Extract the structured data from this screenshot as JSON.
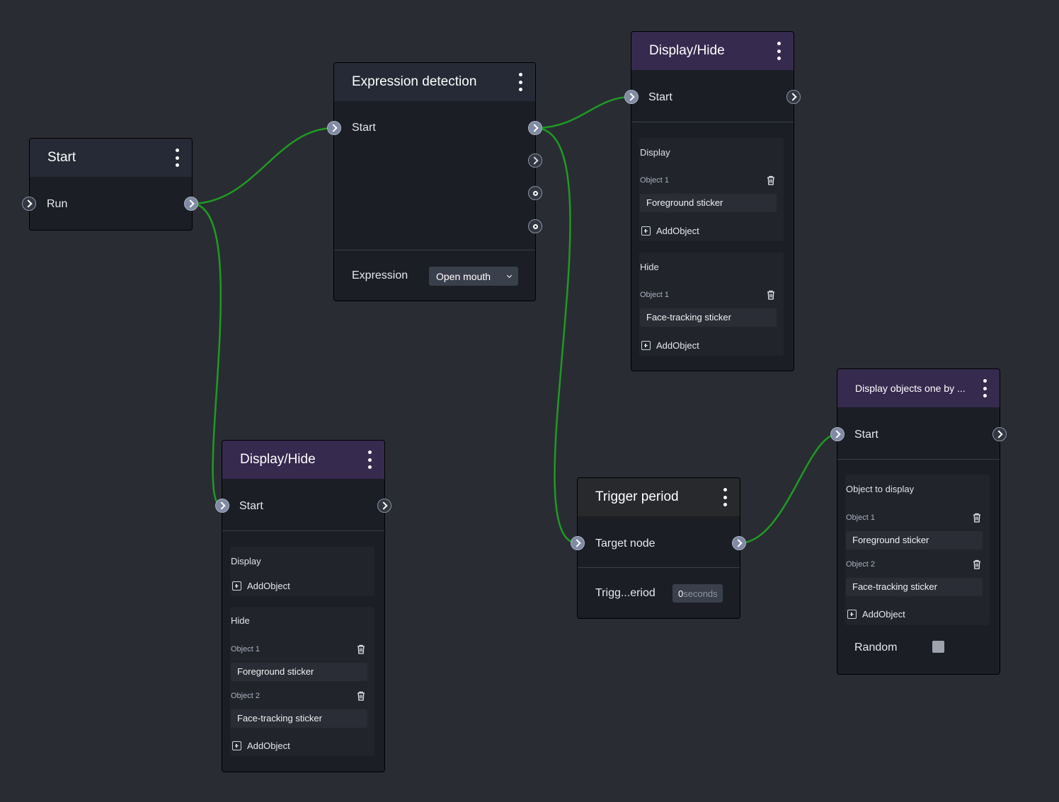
{
  "colors": {
    "background": "#2a2c33",
    "wire": "#1f9a24",
    "node_body": "#1b1e25",
    "header_purple": "#362a4f",
    "header_blue": "#252a36"
  },
  "start_node": {
    "title": "Start",
    "run_label": "Run"
  },
  "expression_node": {
    "title": "Expression detection",
    "start_label": "Start",
    "expression_label": "Expression",
    "expression_value": "Open mouth"
  },
  "display_hide_top": {
    "title": "Display/Hide",
    "start_label": "Start",
    "display": {
      "title": "Display",
      "objects": [
        {
          "label": "Object 1",
          "value": "Foreground sticker"
        }
      ],
      "add_label": "AddObject"
    },
    "hide": {
      "title": "Hide",
      "objects": [
        {
          "label": "Object 1",
          "value": "Face-tracking sticker"
        }
      ],
      "add_label": "AddObject"
    }
  },
  "display_hide_bottom": {
    "title": "Display/Hide",
    "start_label": "Start",
    "display": {
      "title": "Display",
      "add_label": "AddObject"
    },
    "hide": {
      "title": "Hide",
      "objects": [
        {
          "label": "Object 1",
          "value": "Foreground sticker"
        },
        {
          "label": "Object 2",
          "value": "Face-tracking sticker"
        }
      ],
      "add_label": "AddObject"
    }
  },
  "trigger_node": {
    "title": "Trigger period",
    "target_label": "Target node",
    "period_label": "Trigg...eriod",
    "period_value": "0",
    "period_unit": "seconds"
  },
  "display_seq_node": {
    "title": "Display objects one by ...",
    "start_label": "Start",
    "section_title": "Object to display",
    "objects": [
      {
        "label": "Object 1",
        "value": "Foreground sticker"
      },
      {
        "label": "Object 2",
        "value": "Face-tracking sticker"
      }
    ],
    "add_label": "AddObject",
    "random_label": "Random"
  }
}
